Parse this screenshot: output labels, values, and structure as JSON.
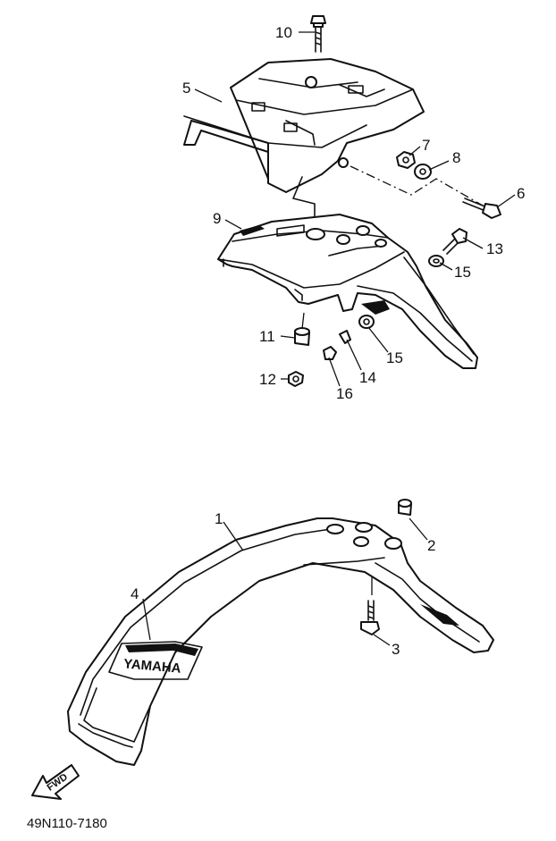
{
  "callouts": {
    "c1": "1",
    "c2": "2",
    "c3": "3",
    "c4": "4",
    "c5": "5",
    "c6": "6",
    "c7": "7",
    "c8": "8",
    "c9": "9",
    "c10": "10",
    "c11": "11",
    "c12": "12",
    "c13": "13",
    "c14": "14",
    "c15a": "15",
    "c15b": "15",
    "c16": "16"
  },
  "decal_text": "YAMAHA",
  "direction_label": "FWD",
  "diagram_code": "49N110-7180"
}
